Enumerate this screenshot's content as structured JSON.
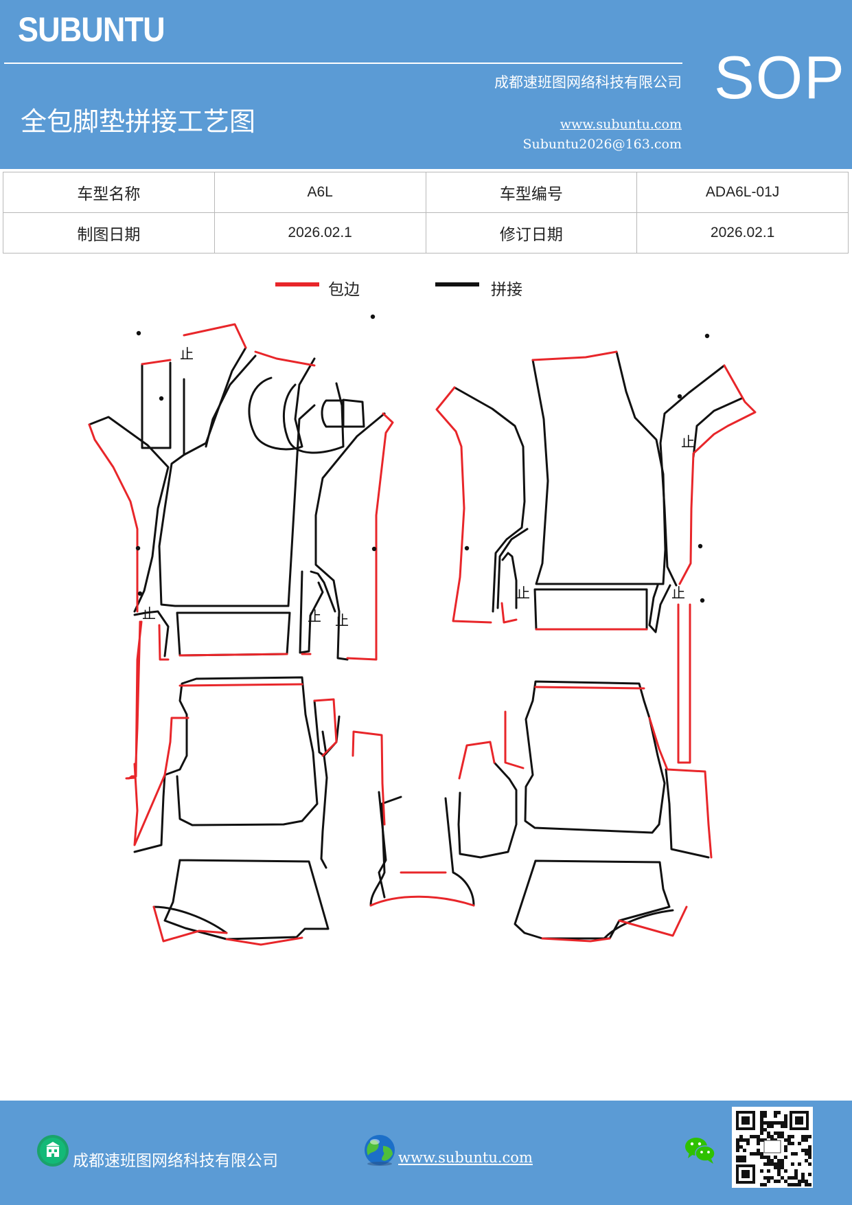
{
  "header": {
    "brand": "SUBUNTU",
    "company": "成都速班图网络科技有限公司",
    "title": "全包脚垫拼接工艺图",
    "website": "www.subuntu.com",
    "email": "Subuntu2026@163.com",
    "badge": "SOP"
  },
  "info_table": {
    "rows": [
      [
        {
          "text": "车型名称"
        },
        {
          "text": "A6L"
        },
        {
          "text": "车型编号"
        },
        {
          "text": "ADA6L-01J"
        }
      ],
      [
        {
          "text": "制图日期"
        },
        {
          "text": "2026.02.1"
        },
        {
          "text": "修订日期"
        },
        {
          "text": "2026.02.1"
        }
      ]
    ]
  },
  "legend": {
    "items": [
      {
        "label": "包边",
        "color": "#e8262a"
      },
      {
        "label": "拼接",
        "color": "#111111"
      }
    ]
  },
  "drawing": {
    "marker_label": "止",
    "edge_color": "#e8262a",
    "seam_color": "#111111"
  },
  "footer": {
    "company": "成都速班图网络科技有限公司",
    "website": "www.subuntu.com",
    "icons": [
      "building-icon",
      "globe-icon",
      "wechat-icon",
      "qr-code"
    ]
  }
}
